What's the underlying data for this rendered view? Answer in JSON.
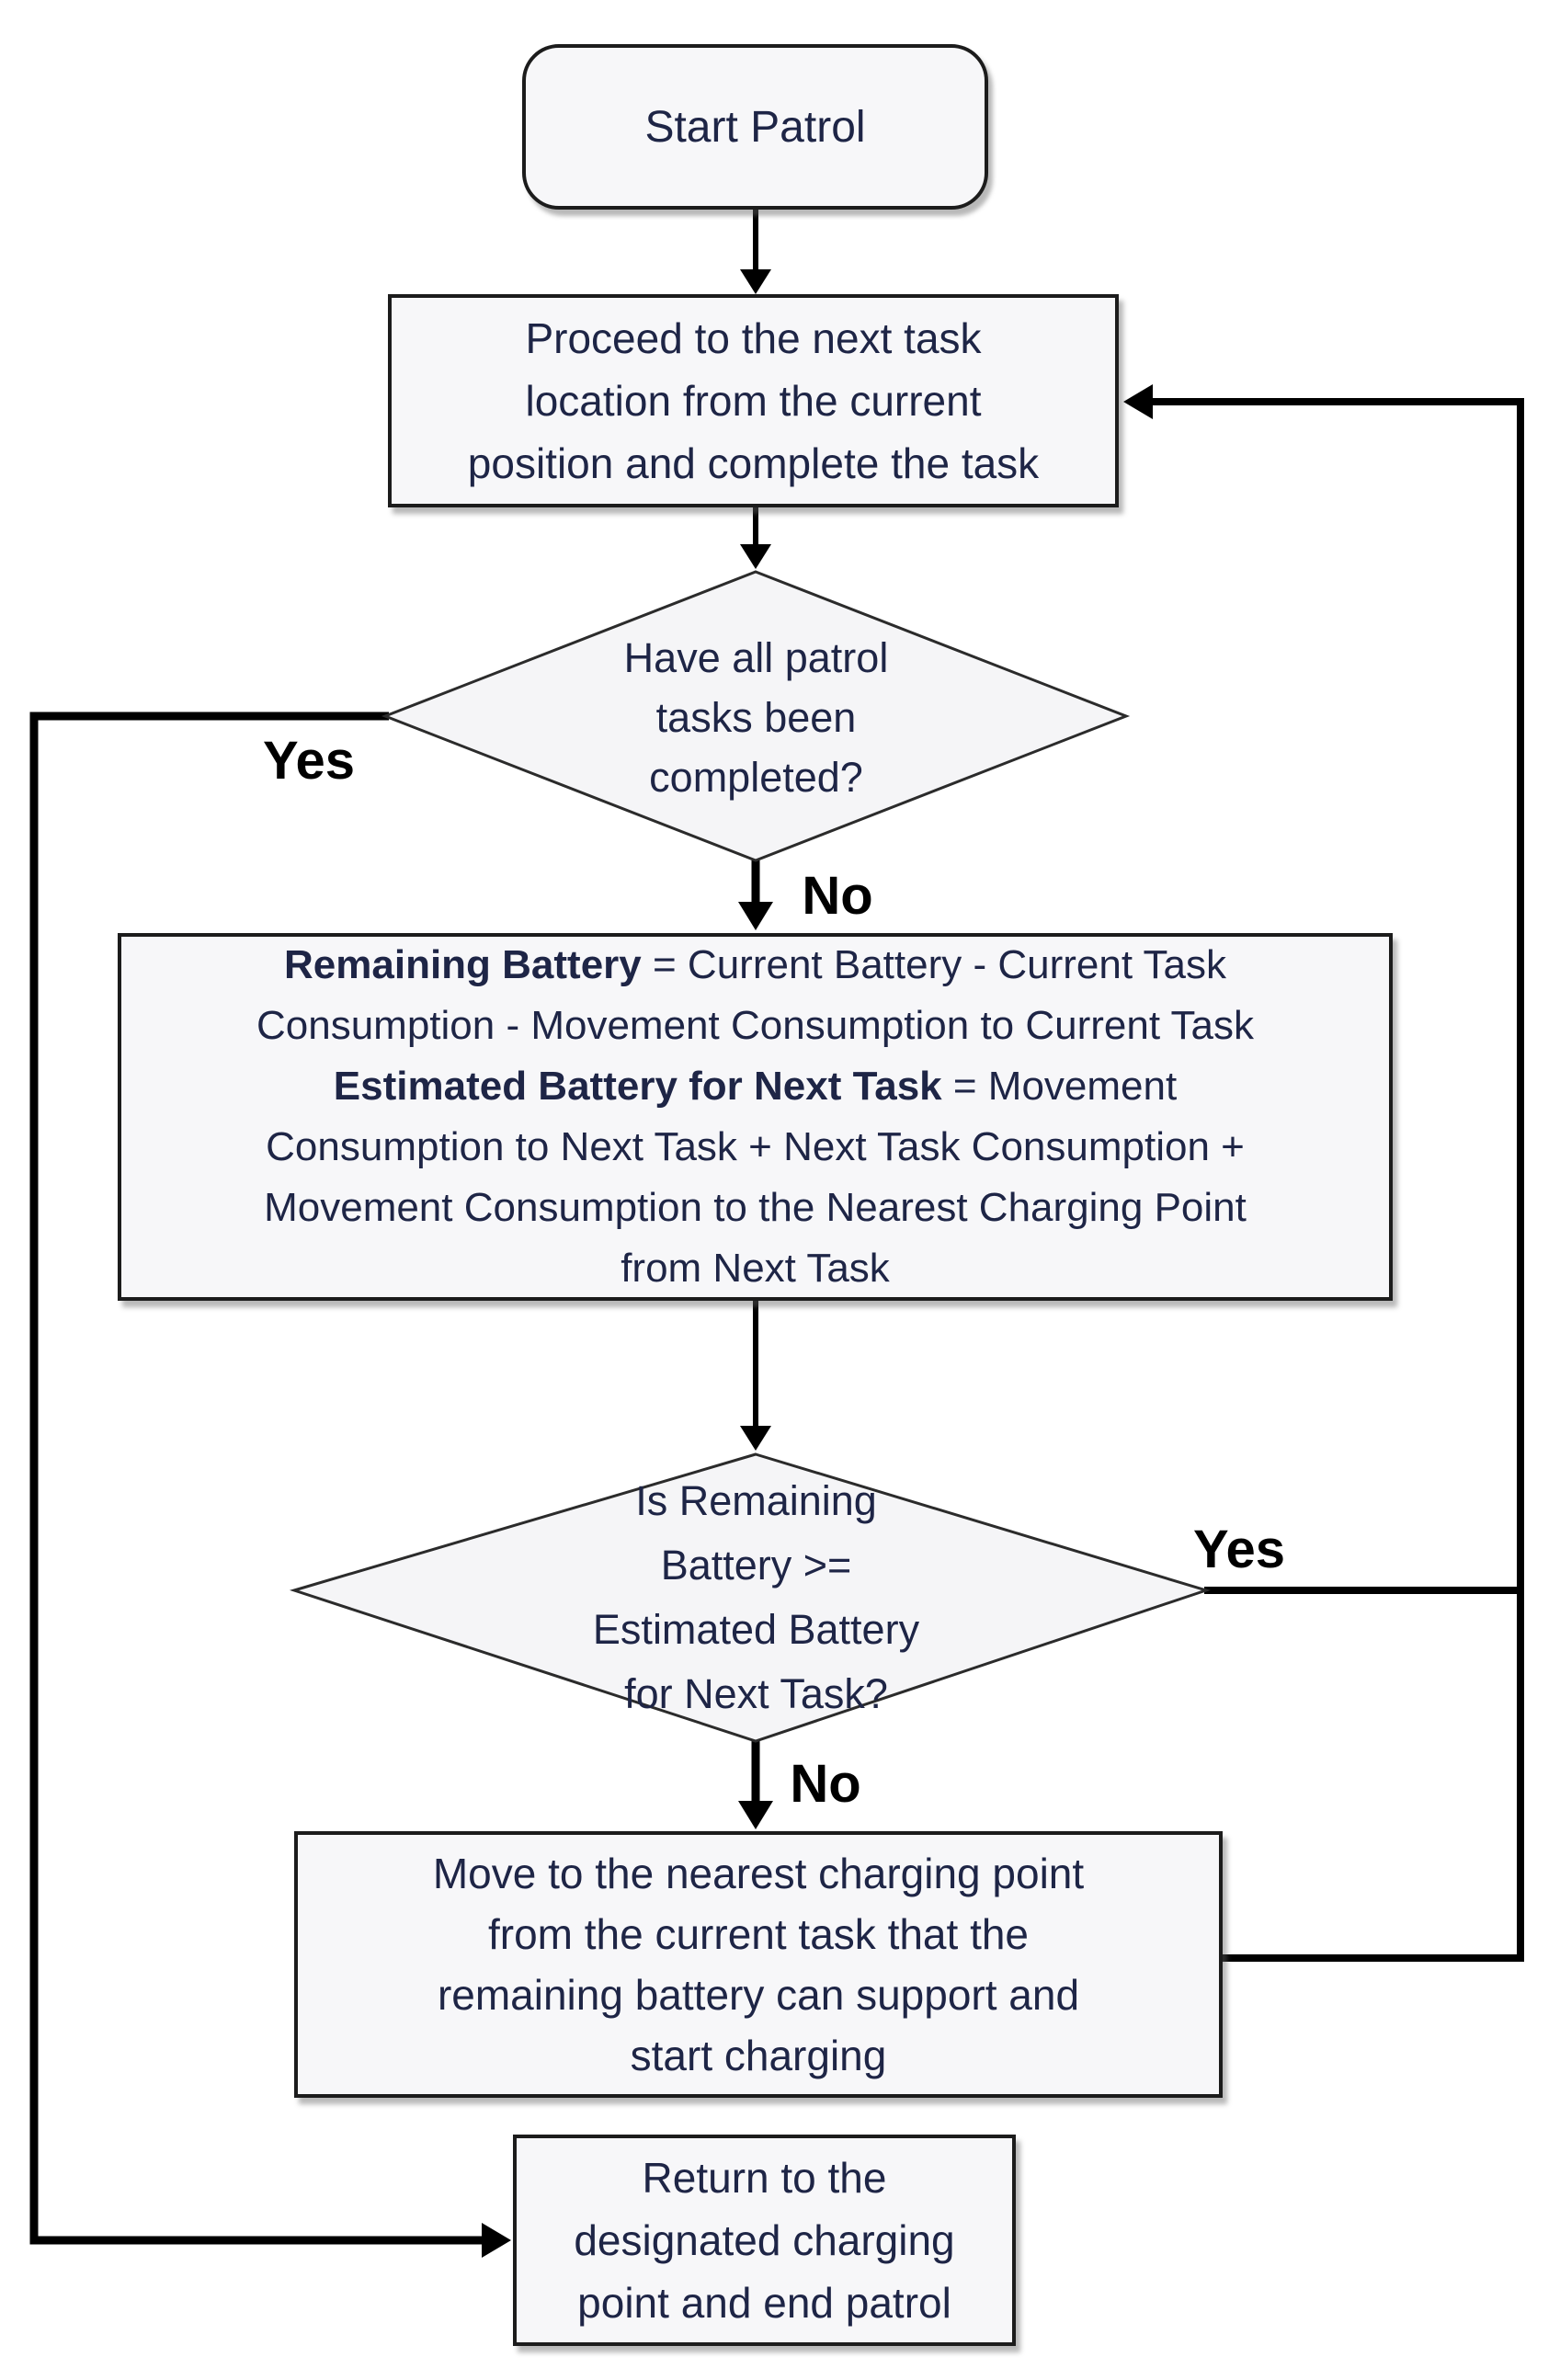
{
  "flowchart": {
    "colors": {
      "background": "#ffffff",
      "node_fill": "#f7f7f9",
      "node_border": "#1c1c1c",
      "node_text": "#1e2546",
      "connector": "#000000",
      "edge_label_text": "#000000"
    },
    "nodes": {
      "start": {
        "type": "terminator",
        "label": "Start Patrol"
      },
      "proceed": {
        "type": "process",
        "lines": [
          "Proceed to the next task",
          "location from the current",
          "position and complete the task"
        ]
      },
      "decision_all_tasks": {
        "type": "decision",
        "lines": [
          "Have all patrol",
          "tasks been",
          "completed?"
        ]
      },
      "battery_calc": {
        "type": "process",
        "lines": [
          {
            "segments": [
              {
                "text": "Remaining Battery",
                "bold": true
              },
              {
                "text": " = Current Battery - Current Task",
                "bold": false
              }
            ]
          },
          {
            "segments": [
              {
                "text": "Consumption - Movement Consumption to Current Task",
                "bold": false
              }
            ]
          },
          {
            "segments": [
              {
                "text": "Estimated Battery for Next Task",
                "bold": true
              },
              {
                "text": " = Movement",
                "bold": false
              }
            ]
          },
          {
            "segments": [
              {
                "text": "Consumption to Next Task + Next Task Consumption +",
                "bold": false
              }
            ]
          },
          {
            "segments": [
              {
                "text": "Movement Consumption to the Nearest Charging Point",
                "bold": false
              }
            ]
          },
          {
            "segments": [
              {
                "text": "from Next Task",
                "bold": false
              }
            ]
          }
        ]
      },
      "decision_battery": {
        "type": "decision",
        "lines": [
          "Is Remaining",
          "Battery >=",
          "Estimated Battery",
          "for Next Task?"
        ]
      },
      "move_charge": {
        "type": "process",
        "lines": [
          "Move to the nearest charging point",
          "from the current task that the",
          "remaining battery can support and",
          "start charging"
        ]
      },
      "return_end": {
        "type": "process",
        "lines": [
          "Return to the",
          "designated charging",
          "point and end patrol"
        ]
      }
    },
    "edge_labels": {
      "tasks_yes": "Yes",
      "tasks_no": "No",
      "battery_yes": "Yes",
      "battery_no": "No"
    }
  }
}
